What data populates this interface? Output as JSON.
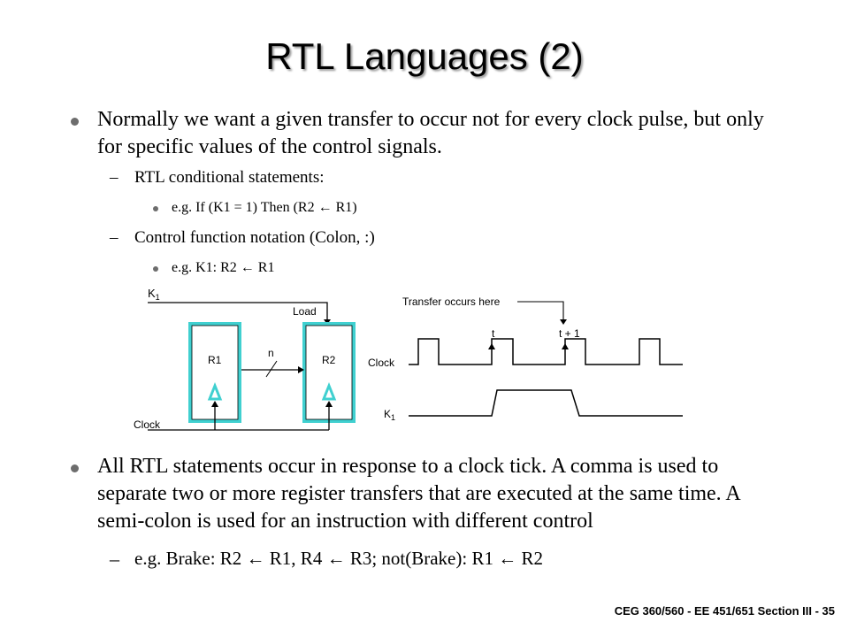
{
  "slide": {
    "title": "RTL Languages (2)",
    "bullet1": "Normally we want a given transfer to occur not for every clock pulse, but only for specific values of the control signals.",
    "sub1": "RTL conditional statements:",
    "sub1_example": "e.g. If (K1 = 1) Then (R2 ← R1)",
    "sub2": "Control function notation (Colon, :)",
    "sub2_example": "e.g. K1: R2 ← R1",
    "bullet2": "All RTL statements occur in response to a clock tick.  A comma is used to separate two or more register transfers that are executed at the same time. A semi-colon is used for an instruction with different control",
    "sub3": "e.g.  Brake:  R2 ← R1, R4 ← R3; not(Brake): R1 ← R2",
    "footer": "CEG 360/560  - EE 451/651   Section III - 35"
  },
  "diagram": {
    "k1": "K",
    "k1_sub": "1",
    "load": "Load",
    "r1": "R1",
    "r2": "R2",
    "n": "n",
    "clock": "Clock"
  },
  "timing": {
    "transfer_label": "Transfer occurs here",
    "t": "t",
    "t1": "t + 1",
    "clock": "Clock",
    "k1": "K",
    "k1_sub": "1"
  },
  "colors": {
    "register_border": "#40d0d0",
    "bullet": "#6d6d6d"
  }
}
